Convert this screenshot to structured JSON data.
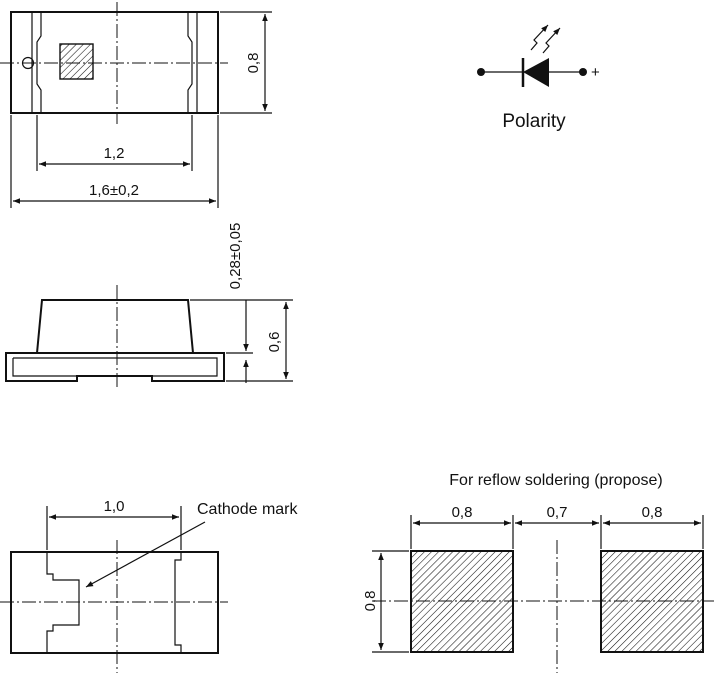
{
  "top_view": {
    "dim_height": "0,8",
    "dim_inner_width": "1,2",
    "dim_total_width": "1,6±0,2"
  },
  "side_view": {
    "dim_lead_thickness": "0,28±0,05",
    "dim_total_height": "0,6"
  },
  "polarity": {
    "label": "Polarity",
    "plus_sign": "+"
  },
  "bottom_view": {
    "dim_pad_span": "1,0",
    "cathode_label": "Cathode mark"
  },
  "footprint": {
    "title": "For reflow soldering (propose)",
    "dim_pad_left": "0,8",
    "dim_gap": "0,7",
    "dim_pad_right": "0,8",
    "dim_pad_height": "0,8"
  }
}
